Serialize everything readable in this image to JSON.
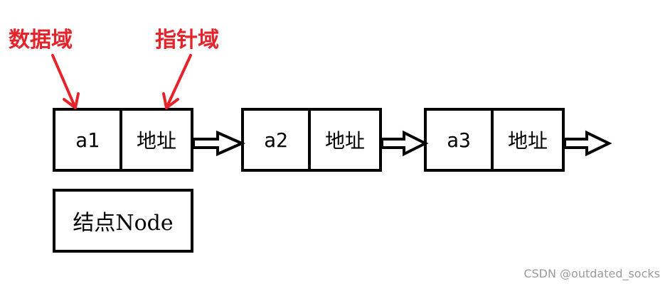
{
  "annotations": {
    "data_field": "数据域",
    "pointer_field": "指针域",
    "color": "#e5232b"
  },
  "nodes": [
    {
      "data": "a1",
      "address": "地址"
    },
    {
      "data": "a2",
      "address": "地址"
    },
    {
      "data": "a3",
      "address": "地址"
    }
  ],
  "legend": {
    "label": "结点Node"
  },
  "watermark": "CSDN @outdated_socks"
}
